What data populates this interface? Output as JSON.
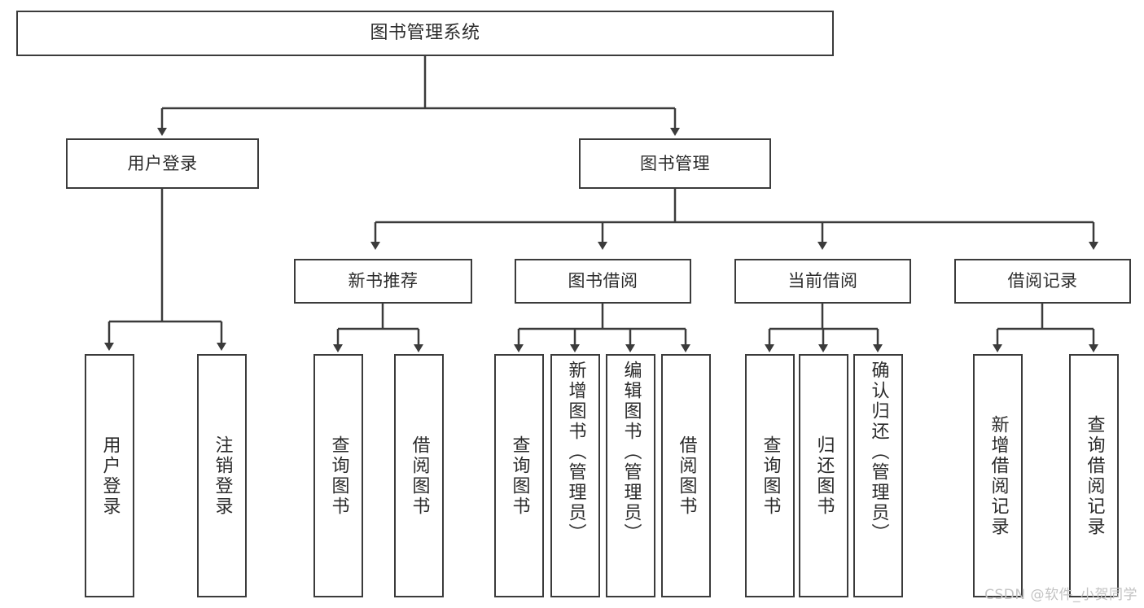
{
  "diagram": {
    "type": "tree",
    "title": "图书管理系统",
    "root": {
      "label": "图书管理系统"
    },
    "level1": [
      {
        "label": "用户登录"
      },
      {
        "label": "图书管理"
      }
    ],
    "level2": [
      {
        "label": "新书推荐"
      },
      {
        "label": "图书借阅"
      },
      {
        "label": "当前借阅"
      },
      {
        "label": "借阅记录"
      }
    ],
    "leaves": {
      "user_login": [
        {
          "label": "用户登录"
        },
        {
          "label": "注销登录"
        }
      ],
      "new_book": [
        {
          "label": "查询图书"
        },
        {
          "label": "借阅图书"
        }
      ],
      "book_borrow": [
        {
          "label": "查询图书"
        },
        {
          "label": "新增图书（管理员）"
        },
        {
          "label": "编辑图书（管理员）"
        },
        {
          "label": "借阅图书"
        }
      ],
      "current_borrow": [
        {
          "label": "查询图书"
        },
        {
          "label": "归还图书"
        },
        {
          "label": "确认归还（管理员）"
        }
      ],
      "borrow_record": [
        {
          "label": "新增借阅记录"
        },
        {
          "label": "查询借阅记录"
        }
      ]
    }
  },
  "watermark": {
    "text": "CSDN @软件_小贺同学"
  },
  "colors": {
    "border": "#3b3b3b",
    "text": "#2b2b2b",
    "background": "#ffffff",
    "watermark": "#c3c3c3"
  }
}
